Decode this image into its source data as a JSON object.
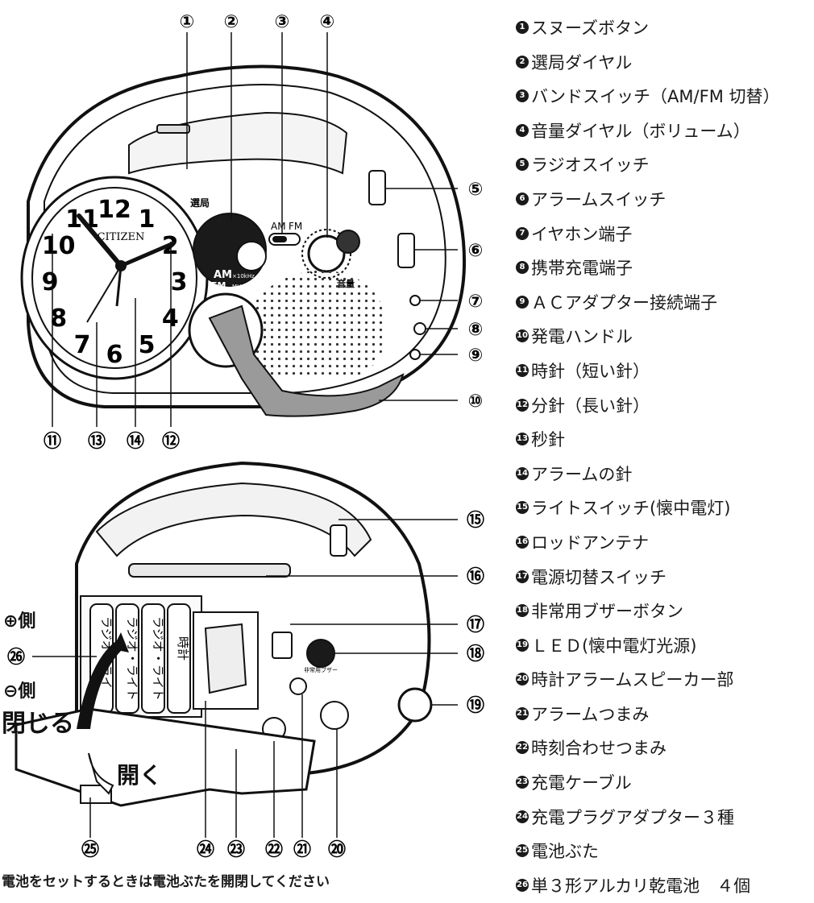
{
  "callouts_top": [
    "①",
    "②",
    "③",
    "④"
  ],
  "callouts_right": [
    "⑤",
    "⑥",
    "⑦",
    "⑧",
    "⑨",
    "⑩"
  ],
  "callouts_bottom_front": [
    "⑪",
    "⑬",
    "⑭",
    "⑫"
  ],
  "callouts_back_right": [
    "⑮",
    "⑯",
    "⑰",
    "⑱",
    "⑲"
  ],
  "callouts_back_bottom": [
    "㉕",
    "㉔",
    "㉓",
    "㉒",
    "㉑",
    "⑳"
  ],
  "callout_26": "㉖",
  "clock": {
    "brand": "CITIZEN",
    "numerals": [
      "12",
      "1",
      "2",
      "3",
      "4",
      "5",
      "6",
      "7",
      "8",
      "9",
      "10",
      "11"
    ]
  },
  "radio_labels": {
    "band_am": "AM",
    "band_fm": "FM",
    "tuning": "選局",
    "volume": "音量",
    "am_scale": "AM",
    "fm_scale": "FM",
    "am_unit": "×10kHz",
    "fm_unit": "MHz"
  },
  "back_labels": {
    "plus_side": "⊕側",
    "minus_side": "⊖側",
    "close": "閉じる",
    "open": "開く",
    "battery_text": "ラジオ・ライト",
    "battery_text_short": "ラジオ・ライ",
    "clock_battery": "時計",
    "buzzer": "非常用ブザー"
  },
  "parts": [
    {
      "no": "1",
      "name": "スヌーズボタン"
    },
    {
      "no": "2",
      "name": "選局ダイヤル"
    },
    {
      "no": "3",
      "name": "バンドスイッチ（AM/FM 切替）"
    },
    {
      "no": "4",
      "name": "音量ダイヤル（ボリューム）"
    },
    {
      "no": "5",
      "name": "ラジオスイッチ"
    },
    {
      "no": "6",
      "name": "アラームスイッチ"
    },
    {
      "no": "7",
      "name": "イヤホン端子"
    },
    {
      "no": "8",
      "name": "携帯充電端子"
    },
    {
      "no": "9",
      "name": "ＡＣアダプター接続端子"
    },
    {
      "no": "10",
      "name": "発電ハンドル"
    },
    {
      "no": "11",
      "name": "時針（短い針）"
    },
    {
      "no": "12",
      "name": "分針（長い針）"
    },
    {
      "no": "13",
      "name": "秒針"
    },
    {
      "no": "14",
      "name": "アラームの針"
    },
    {
      "no": "15",
      "name": "ライトスイッチ(懐中電灯)"
    },
    {
      "no": "16",
      "name": "ロッドアンテナ"
    },
    {
      "no": "17",
      "name": "電源切替スイッチ"
    },
    {
      "no": "18",
      "name": "非常用ブザーボタン"
    },
    {
      "no": "19",
      "name": "ＬＥＤ(懐中電灯光源)"
    },
    {
      "no": "20",
      "name": "時計アラームスピーカー部"
    },
    {
      "no": "21",
      "name": "アラームつまみ"
    },
    {
      "no": "22",
      "name": "時刻合わせつまみ"
    },
    {
      "no": "23",
      "name": "充電ケーブル"
    },
    {
      "no": "24",
      "name": "充電プラグアダプター３種"
    },
    {
      "no": "25",
      "name": "電池ぶた"
    },
    {
      "no": "26",
      "name": "単３形アルカリ乾電池　４個"
    }
  ],
  "footer": "電池をセットするときは電池ぶたを開閉してください"
}
